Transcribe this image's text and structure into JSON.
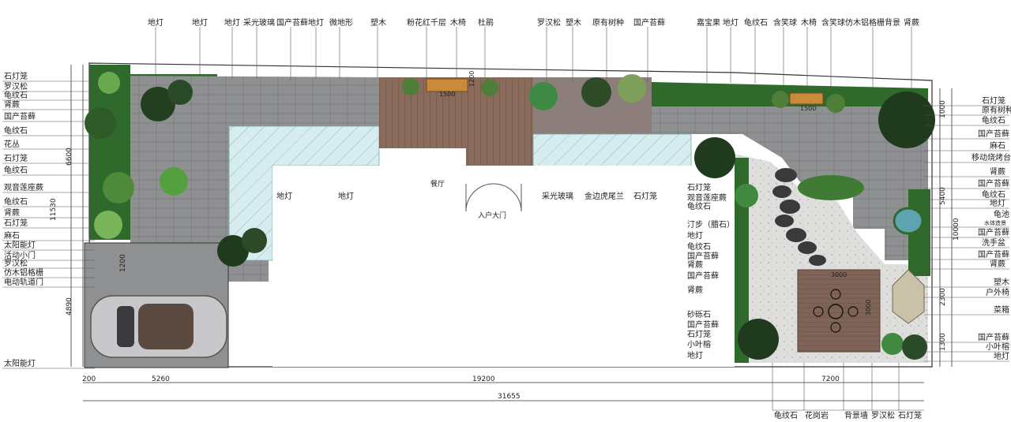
{
  "labels_top": [
    "地灯",
    "地灯",
    "地灯",
    "采光玻璃",
    "国产苔藓",
    "地灯",
    "微地形",
    "塑木",
    "粉花红千层",
    "木椅",
    "杜鹃",
    "罗汉松",
    "塑木",
    "原有树种",
    "国产苔藓",
    "嘉宝果",
    "地灯",
    "龟纹石",
    "含笑球",
    "木椅",
    "含笑球",
    "仿木铝格栅背景",
    "肾蕨"
  ],
  "labels_left": [
    "石灯笼",
    "罗汉松",
    "龟纹石",
    "肾蕨",
    "国产苔藓",
    "龟纹石",
    "花丛",
    "石灯笼",
    "龟纹石",
    "观音莲座蕨",
    "龟纹石",
    "肾蕨",
    "石灯笼",
    "麻石",
    "太阳能灯",
    "活动小门",
    "罗汉松",
    "仿木铝格栅",
    "电动轨道门",
    "太阳能灯"
  ],
  "labels_right": [
    "石灯笼",
    "原有树种",
    "龟纹石",
    "国产苔藓",
    "麻石",
    "移动烧烤台",
    "肾蕨",
    "国产苔藓",
    "龟纹石",
    "地灯",
    "龟池",
    "水体造景",
    "国产苔藓",
    "洗手盆",
    "国产苔藓",
    "肾蕨",
    "塑木",
    "户外椅",
    "菜箱",
    "国产苔藓",
    "小叶榕",
    "地灯"
  ],
  "labels_center": [
    "石灯笼",
    "观音莲座蕨",
    "龟纹石",
    "汀步（腊石）",
    "地灯",
    "龟纹石",
    "国产苔藓",
    "肾蕨",
    "国产苔藓",
    "肾蕨",
    "砂砾石",
    "国产苔藓",
    "石灯笼",
    "小叶榕",
    "地灯"
  ],
  "labels_bottom": [
    "龟纹石",
    "花岗岩",
    "背景墙",
    "罗汉松",
    "石灯笼"
  ],
  "labels_inner": {
    "dining": "餐厅",
    "entrance": "入户大门",
    "ground_light_1": "地灯",
    "ground_light_2": "地灯",
    "skylight": "采光玻璃",
    "fern": "金边虎尾兰",
    "lantern": "石灯笼"
  },
  "dims": {
    "left_total": "11530",
    "left_upper": "6600",
    "left_lower": "4890",
    "left_small": "1200",
    "right_upper": "1000",
    "right_mid": "5400",
    "right_total": "10000",
    "right_a": "2300",
    "right_b": "1300",
    "bottom_a": "200",
    "bottom_b": "5260",
    "bottom_c": "19200",
    "bottom_d": "7200",
    "bottom_total": "31655",
    "bench1": "1500",
    "bench2": "1500",
    "pergola_w": "3000",
    "pergola_h": "3000",
    "deck": "1200"
  },
  "colors": {
    "paving": "#8d8e90",
    "paving_dark": "#6f7072",
    "wood": "#8a6a5a",
    "glass": "#cfe6e8",
    "grass": "#2f6a2c",
    "gravel": "#d9d9d7",
    "outline": "#333333"
  }
}
